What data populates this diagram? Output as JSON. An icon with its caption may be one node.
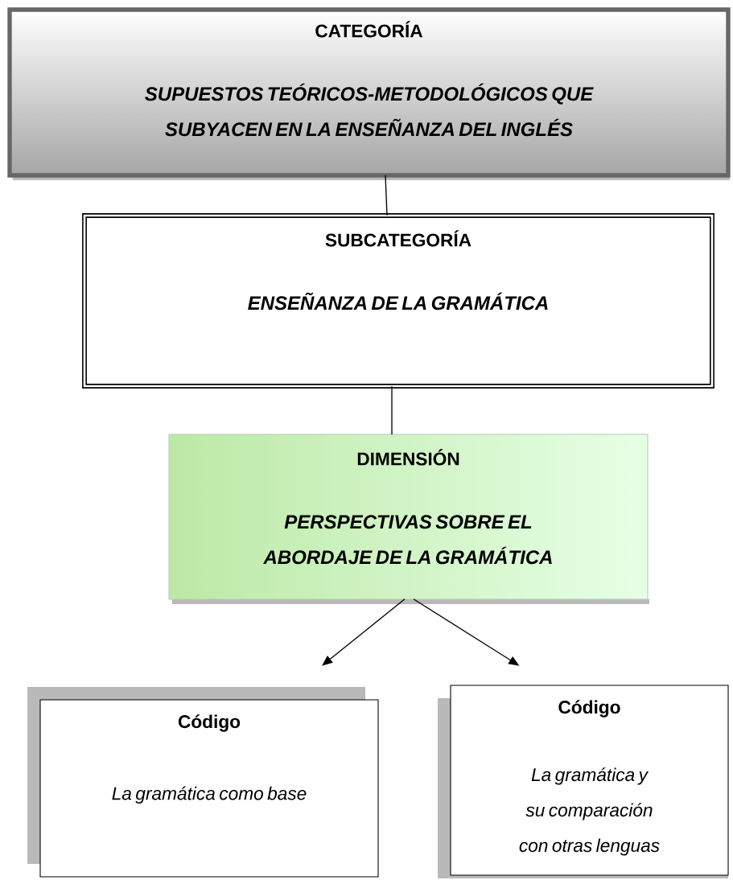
{
  "diagram": {
    "nodes": [
      {
        "text": [
          "CATEGORÍA",
          "SUPUESTOS TEÓRICOS-METODOLÓGICOS QUE SUBYACEN EN LA ENSEÑANZA DEL INGLÉS"
        ]
      },
      {
        "text": [
          "SUBCATEGORÍA",
          "ENSEÑANZA DE LA GRAMÁTICA"
        ]
      },
      {
        "text": [
          "DIMENSIÓN",
          "PERSPECTIVAS SOBRE EL ABORDAJE DE LA GRAMÁTICA"
        ]
      },
      {
        "text": [
          "Código",
          "La gramática como base"
        ]
      },
      {
        "text": [
          "Código",
          "La gramática y su comparación con otras lenguas"
        ]
      }
    ],
    "edges": [
      {
        "from": 0,
        "to": 1,
        "arrow": "none"
      },
      {
        "from": 1,
        "to": 2,
        "arrow": "none"
      },
      {
        "from": 2,
        "to": 3,
        "arrow": "to"
      },
      {
        "from": 2,
        "to": 4,
        "arrow": "to"
      }
    ]
  }
}
